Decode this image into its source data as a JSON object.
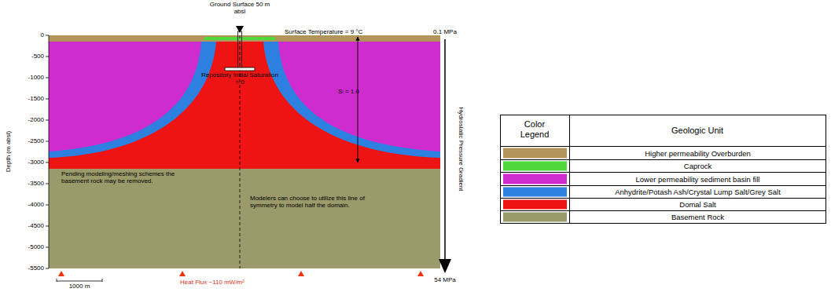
{
  "diagram": {
    "labels": [
      "Ground Surface 50 m absl",
      "Surface Temperature = 9 °C",
      "0.1 MPa",
      "0",
      "-500",
      "-1000",
      "-1500",
      "-2000",
      "-2500",
      "-3000",
      "-3500",
      "-4000",
      "-4500",
      "-5000",
      "-5500",
      "Depth (m absl)",
      "Repository Initial Saturation = 0",
      "Sₗ = 1.0",
      "Pending modeling/meshing schemes the basement rock may be removed.",
      "Modelers can choose to utilize this line of symmetry to model half the domain.",
      "Hydrostatic Pressure Gradient",
      "54 MPa",
      "Heat Flux ~110 mW/m²",
      "1000 m",
      "Color Legend",
      "Geologic Unit"
    ],
    "legend": [
      {
        "text": "Higher permeability Overburden",
        "color": "#b3955c"
      },
      {
        "text": "Caprock",
        "color": "#4fd83a"
      },
      {
        "text": "Lower permeability sediment basin fill",
        "color": "#cf2ccf"
      },
      {
        "text": "Anhydrite/Potash Ash/Crystal Lump Salt/Grey Salt",
        "color": "#2d7fe0"
      },
      {
        "text": "Domal Salt",
        "color": "#ee1414"
      },
      {
        "text": "Basement Rock",
        "color": "#9a9a6a"
      }
    ]
  }
}
